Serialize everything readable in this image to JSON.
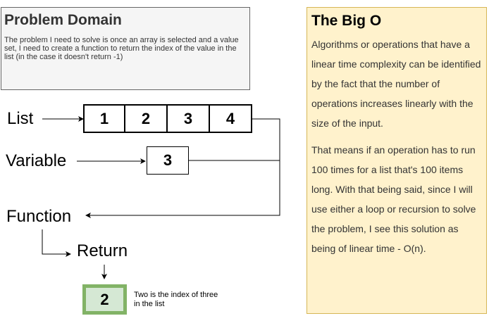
{
  "problem_domain": {
    "title": "Problem Domain",
    "text": "The problem I need to solve is once an array is selected and a value set, I need to create a function to return the index of the value in the list (in the case it doesn't return -1)"
  },
  "big_o": {
    "title": "The Big O",
    "paragraphs": [
      "Algorithms or operations that have a linear time complexity can be identified by the fact that the number of operations increases linearly with the size of the input.",
      "That means if an operation has to run 100 times for a list that's 100 items long. With that being said, since I will use either a loop or recursion to solve the problem, I see this solution as being of linear time - O(n)."
    ]
  },
  "diagram": {
    "list_label": "List",
    "list_items": [
      "1",
      "2",
      "3",
      "4"
    ],
    "variable_label": "Variable",
    "variable_value": "3",
    "function_label": "Function",
    "return_label": "Return",
    "result_value": "2",
    "result_note": "Two is the index of three in the list"
  },
  "colors": {
    "problem_bg": "#f5f5f5",
    "problem_border": "#666666",
    "bigo_bg": "#fff2cc",
    "bigo_border": "#d6b656",
    "result_bg": "#d5e8d4",
    "result_border": "#82b366"
  }
}
